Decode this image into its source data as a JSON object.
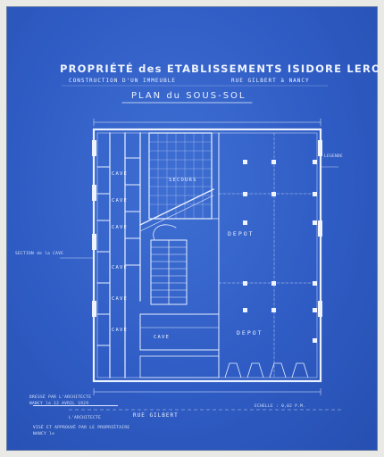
{
  "header": {
    "title": "PROPRIÉTÉ des ETABLISSEMENTS ISIDORE LEROY",
    "subtitle_left": "CONSTRUCTION D'UN IMMEUBLE",
    "subtitle_right": "RUE GILBERT à NANCY",
    "plan_title": "PLAN du SOUS-SOL"
  },
  "rooms": {
    "depot_top": "DEPOT",
    "depot_bottom": "DEPOT",
    "secours": "SECOURS",
    "cave_left_1": "CAVE",
    "cave_left_2": "CAVE",
    "cave_left_3": "CAVE",
    "cave_left_4": "CAVE",
    "cave_left_5": "CAVE",
    "cave_left_6": "CAVE",
    "cave_center": "CAVE"
  },
  "street": "RUE GILBERT",
  "scale": "ECHELLE : 0,02 P.M.",
  "footer": {
    "line1": "DRESSÉ PAR L'ARCHITECTE",
    "line2": "NANCY le 12 AVRIL 1929",
    "sign_line": "L'ARCHITECTE",
    "note1": "VISÉ ET APPROUVÉ PAR LE PROPRIÉTAIRE",
    "note2": "NANCY le"
  },
  "side_notes": {
    "left": "SECTION de la CAVE",
    "right": "LEGENDE"
  }
}
